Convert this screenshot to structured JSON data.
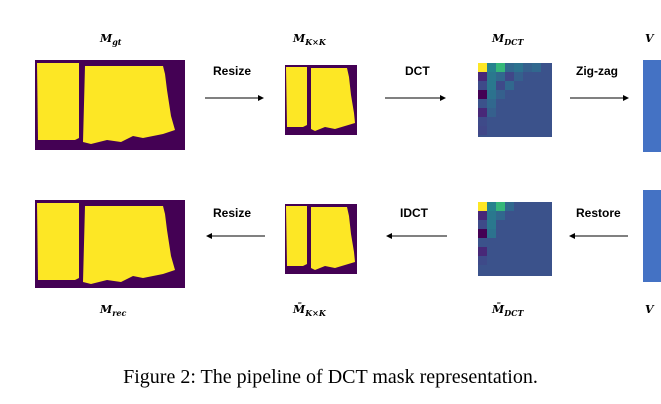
{
  "labels": {
    "m_gt_main": "M",
    "m_gt_sub": "gt",
    "m_kk_main": "M",
    "m_kk_sub": "K×K",
    "m_dct_main": "M",
    "m_dct_sub": "DCT",
    "v_top": "V",
    "m_rec_main": "M",
    "m_rec_sub": "rec",
    "mbar_kk_main": "M̄",
    "mbar_kk_sub": "K×K",
    "mbar_dct_main": "M̄",
    "mbar_dct_sub": "DCT",
    "v_bottom": "V"
  },
  "arrows": {
    "resize_top": "Resize",
    "dct": "DCT",
    "zigzag": "Zig-zag",
    "resize_bottom": "Resize",
    "idct": "IDCT",
    "restore": "Restore"
  },
  "colors": {
    "mask_fg": "#fde725",
    "mask_bg": "#440154",
    "dct_base": "#3b528b",
    "vector": "#4472c4"
  },
  "caption": "Figure 2: The pipeline of DCT mask representation."
}
